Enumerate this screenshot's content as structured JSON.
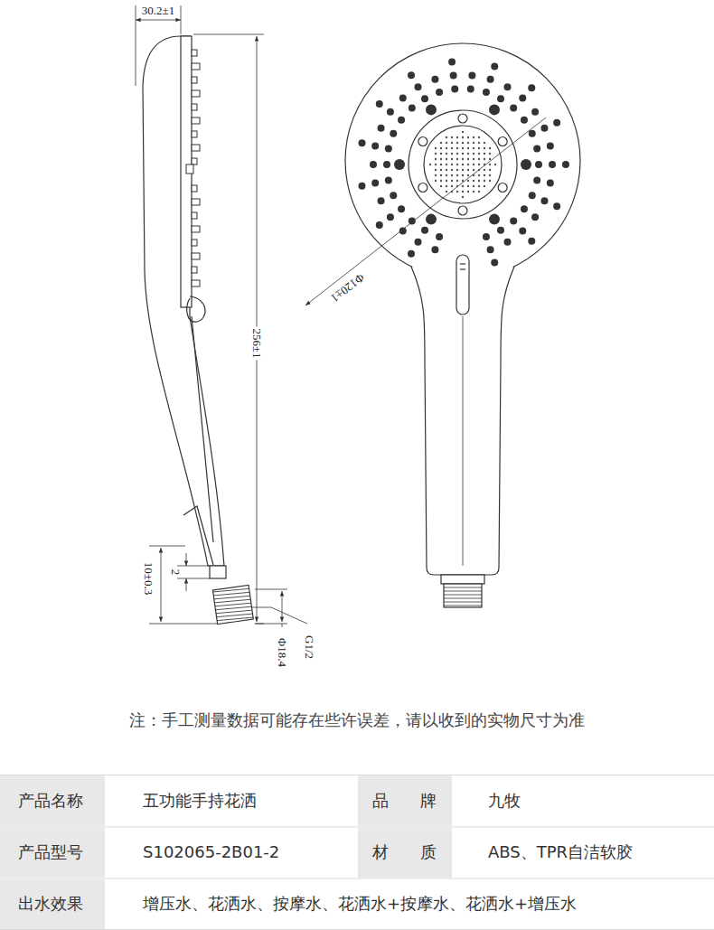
{
  "diagram": {
    "labels": [
      "30.2±1",
      "256±1",
      "Φ120±1",
      "10±0.3",
      "2",
      "Φ18.4",
      "G1/2",
      "注：手工测量数据可能存在些许误差，请以收到的实物尺寸为准",
      "产品名称",
      "五功能手持花洒",
      "品 牌",
      "九牧",
      "产品型号",
      "S102065-2B01-2",
      "材 质",
      "ABS、TPR自洁软胶",
      "出水效果",
      "增压水、花洒水、按摩水、花洒水+按摩水、花洒水+增压水"
    ]
  }
}
